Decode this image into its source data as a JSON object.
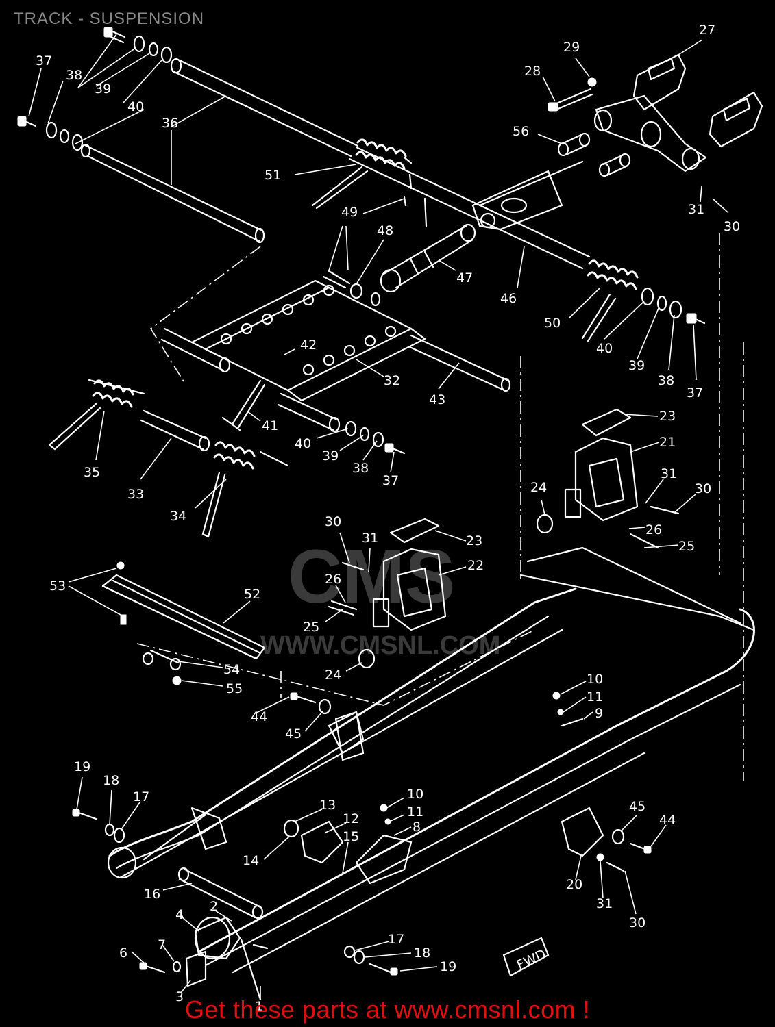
{
  "title": "TRACK - SUSPENSION",
  "footer": "Get these parts at www.cmsnl.com !",
  "watermark": {
    "brand": "CMS",
    "url": "WWW.CMSNL.COM"
  },
  "badges": {
    "fwd": "FWD"
  },
  "colors": {
    "background": "#000000",
    "line_art": "#ffffff",
    "title": "#8a8a8a",
    "footer": "#e01010",
    "watermark": "#3a3a3a"
  },
  "callouts": [
    {
      "id": "c-37a",
      "text": "37"
    },
    {
      "id": "c-38a",
      "text": "38"
    },
    {
      "id": "c-39a",
      "text": "39"
    },
    {
      "id": "c-40a",
      "text": "40"
    },
    {
      "id": "c-36",
      "text": "36"
    },
    {
      "id": "c-51",
      "text": "51"
    },
    {
      "id": "c-49",
      "text": "49"
    },
    {
      "id": "c-48",
      "text": "48"
    },
    {
      "id": "c-47",
      "text": "47"
    },
    {
      "id": "c-46",
      "text": "46"
    },
    {
      "id": "c-27",
      "text": "27"
    },
    {
      "id": "c-29",
      "text": "29"
    },
    {
      "id": "c-28",
      "text": "28"
    },
    {
      "id": "c-56",
      "text": "56"
    },
    {
      "id": "c-31a",
      "text": "31"
    },
    {
      "id": "c-30a",
      "text": "30"
    },
    {
      "id": "c-50",
      "text": "50"
    },
    {
      "id": "c-40b",
      "text": "40"
    },
    {
      "id": "c-39b",
      "text": "39"
    },
    {
      "id": "c-38b",
      "text": "38"
    },
    {
      "id": "c-37b",
      "text": "37"
    },
    {
      "id": "c-42",
      "text": "42"
    },
    {
      "id": "c-32",
      "text": "32"
    },
    {
      "id": "c-43",
      "text": "43"
    },
    {
      "id": "c-41",
      "text": "41"
    },
    {
      "id": "c-40c",
      "text": "40"
    },
    {
      "id": "c-39c",
      "text": "39"
    },
    {
      "id": "c-38c",
      "text": "38"
    },
    {
      "id": "c-37c",
      "text": "37"
    },
    {
      "id": "c-35",
      "text": "35"
    },
    {
      "id": "c-33",
      "text": "33"
    },
    {
      "id": "c-34",
      "text": "34"
    },
    {
      "id": "c-23a",
      "text": "23"
    },
    {
      "id": "c-21",
      "text": "21"
    },
    {
      "id": "c-31b",
      "text": "31"
    },
    {
      "id": "c-30b",
      "text": "30"
    },
    {
      "id": "c-24a",
      "text": "24"
    },
    {
      "id": "c-26a",
      "text": "26"
    },
    {
      "id": "c-25a",
      "text": "25"
    },
    {
      "id": "c-30c",
      "text": "30"
    },
    {
      "id": "c-31c",
      "text": "31"
    },
    {
      "id": "c-23b",
      "text": "23"
    },
    {
      "id": "c-22",
      "text": "22"
    },
    {
      "id": "c-26b",
      "text": "26"
    },
    {
      "id": "c-25b",
      "text": "25"
    },
    {
      "id": "c-24b",
      "text": "24"
    },
    {
      "id": "c-53",
      "text": "53"
    },
    {
      "id": "c-52",
      "text": "52"
    },
    {
      "id": "c-54",
      "text": "54"
    },
    {
      "id": "c-55",
      "text": "55"
    },
    {
      "id": "c-44a",
      "text": "44"
    },
    {
      "id": "c-45a",
      "text": "45"
    },
    {
      "id": "c-10a",
      "text": "10"
    },
    {
      "id": "c-11a",
      "text": "11"
    },
    {
      "id": "c-9",
      "text": "9"
    },
    {
      "id": "c-19a",
      "text": "19"
    },
    {
      "id": "c-18a",
      "text": "18"
    },
    {
      "id": "c-17a",
      "text": "17"
    },
    {
      "id": "c-13",
      "text": "13"
    },
    {
      "id": "c-12",
      "text": "12"
    },
    {
      "id": "c-15",
      "text": "15"
    },
    {
      "id": "c-14",
      "text": "14"
    },
    {
      "id": "c-10b",
      "text": "10"
    },
    {
      "id": "c-11b",
      "text": "11"
    },
    {
      "id": "c-8",
      "text": "8"
    },
    {
      "id": "c-16",
      "text": "16"
    },
    {
      "id": "c-45b",
      "text": "45"
    },
    {
      "id": "c-44b",
      "text": "44"
    },
    {
      "id": "c-20",
      "text": "20"
    },
    {
      "id": "c-31d",
      "text": "31"
    },
    {
      "id": "c-30d",
      "text": "30"
    },
    {
      "id": "c-2",
      "text": "2"
    },
    {
      "id": "c-4",
      "text": "4"
    },
    {
      "id": "c-6",
      "text": "6"
    },
    {
      "id": "c-7",
      "text": "7"
    },
    {
      "id": "c-3",
      "text": "3"
    },
    {
      "id": "c-1",
      "text": "1"
    },
    {
      "id": "c-17b",
      "text": "17"
    },
    {
      "id": "c-18b",
      "text": "18"
    },
    {
      "id": "c-19b",
      "text": "19"
    }
  ]
}
